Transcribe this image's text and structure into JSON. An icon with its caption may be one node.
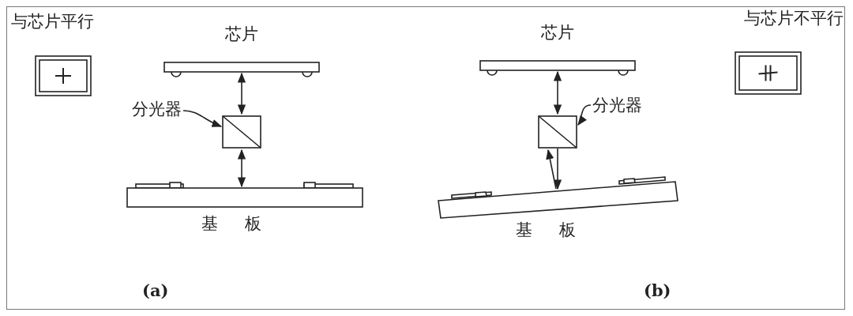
{
  "diagram": {
    "nodes": [
      {
        "text": [
          "与芯片平行"
        ]
      },
      {
        "text": [
          "芯片"
        ]
      },
      {
        "text": [
          "分光器"
        ]
      },
      {
        "text": [],
        "shape": "box"
      },
      {
        "text": [
          "基板"
        ]
      },
      {
        "text": [
          "与芯片不平行"
        ]
      },
      {
        "text": [
          "芯片"
        ]
      },
      {
        "text": [
          "分光器"
        ]
      },
      {
        "text": [],
        "shape": "box"
      },
      {
        "text": [
          "基板"
        ]
      }
    ],
    "edges": [
      {
        "from": 1,
        "to": 3,
        "arrow": "both"
      },
      {
        "from": 3,
        "to": 4,
        "arrow": "both"
      },
      {
        "from": 2,
        "to": 3,
        "arrow": "to"
      },
      {
        "from": 6,
        "to": 8,
        "arrow": "both"
      },
      {
        "from": 8,
        "to": 9,
        "arrow": "to"
      },
      {
        "from": 9,
        "to": 8,
        "arrow": "to"
      },
      {
        "from": 7,
        "to": 8,
        "arrow": "to"
      }
    ],
    "labels": [
      "(a)",
      "(b)"
    ]
  }
}
